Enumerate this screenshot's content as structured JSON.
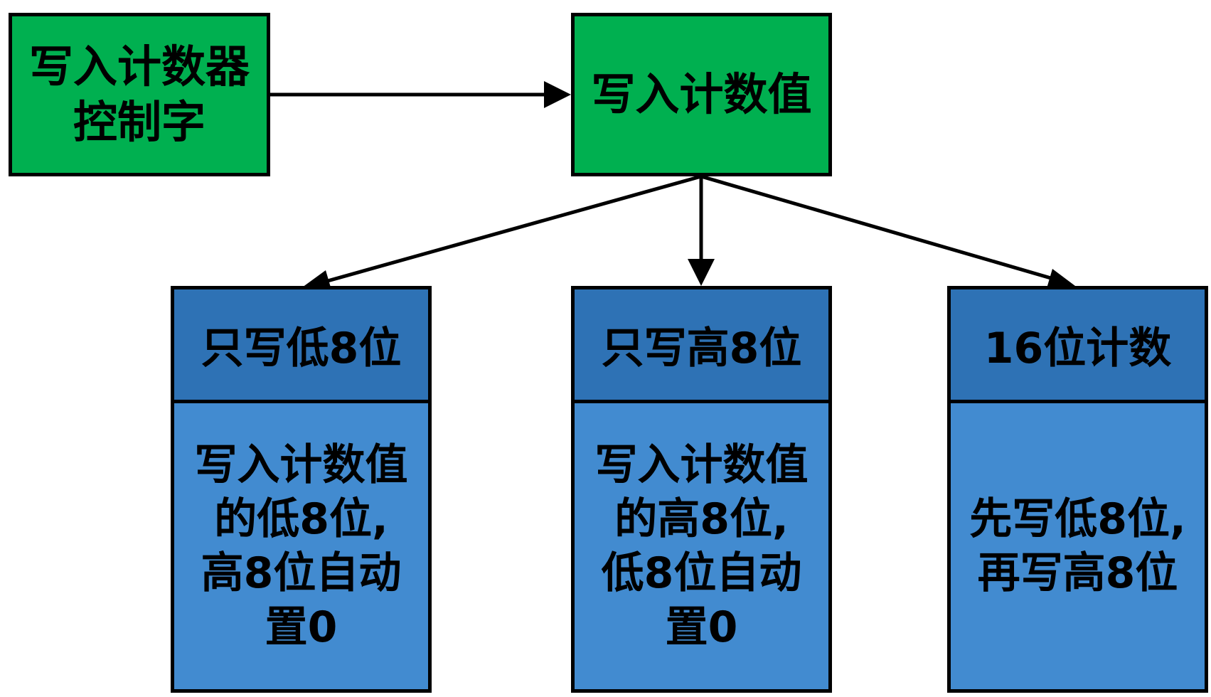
{
  "nodes": {
    "control_word": {
      "label": "写入计数器\n控制字"
    },
    "count_value": {
      "label": "写入计数值"
    }
  },
  "columns": [
    {
      "head": "只写低8位",
      "body": "写入计数值\n的低8位,\n高8位自动\n置0"
    },
    {
      "head": "只写高8位",
      "body": "写入计数值\n的高8位,\n低8位自动\n置0"
    },
    {
      "head": "16位计数",
      "body": "先写低8位,\n再写高8位"
    }
  ],
  "colors": {
    "green": "#00b050",
    "blue_head": "#2e72b5",
    "blue_body": "#428bd0",
    "border": "#000000"
  },
  "edges": [
    {
      "from": "control_word",
      "to": "count_value"
    },
    {
      "from": "count_value",
      "to": "只写低8位"
    },
    {
      "from": "count_value",
      "to": "只写高8位"
    },
    {
      "from": "count_value",
      "to": "16位计数"
    }
  ]
}
